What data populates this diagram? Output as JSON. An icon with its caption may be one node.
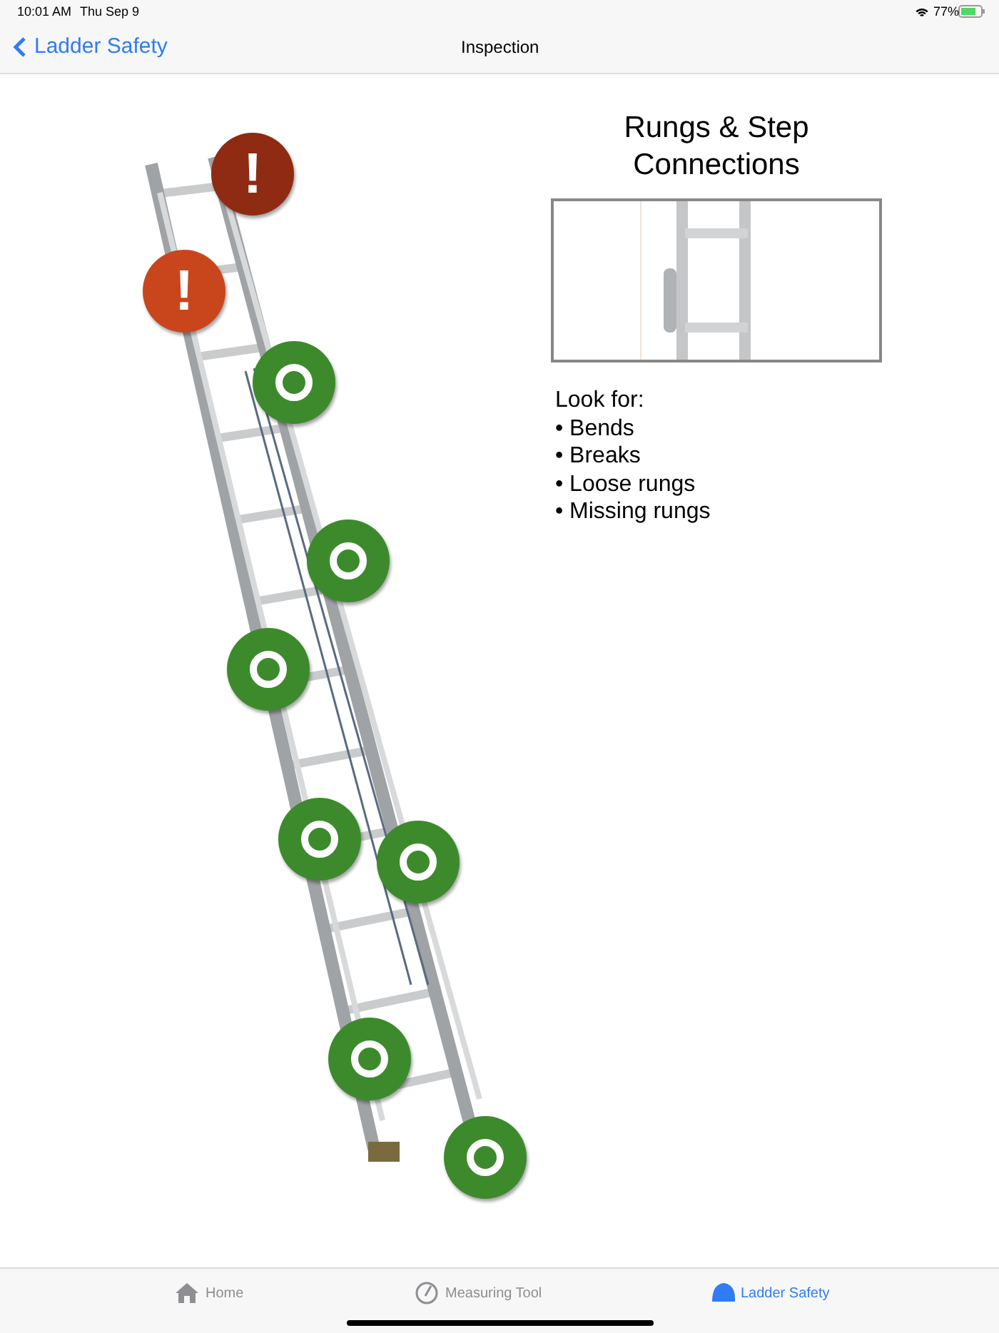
{
  "diagram": {
    "title": "Rungs & Step Connections",
    "nodes": [
      {
        "text": [
          "!"
        ]
      },
      {
        "text": [
          "!"
        ]
      },
      {
        "text": [],
        "shape": "circle"
      },
      {
        "text": [],
        "shape": "circle"
      },
      {
        "text": [],
        "shape": "circle"
      },
      {
        "text": [],
        "shape": "circle"
      },
      {
        "text": [],
        "shape": "circle"
      },
      {
        "text": [],
        "shape": "circle"
      },
      {
        "text": [],
        "shape": "circle"
      }
    ],
    "labels": [
      "10:01 AM",
      "Thu Sep 9",
      "77%",
      "Ladder Safety",
      "Inspection",
      "Look for:",
      "• Bends",
      "• Breaks",
      "• Loose rungs",
      "• Missing rungs",
      "Home",
      "Measuring Tool",
      "Ladder Safety"
    ]
  }
}
